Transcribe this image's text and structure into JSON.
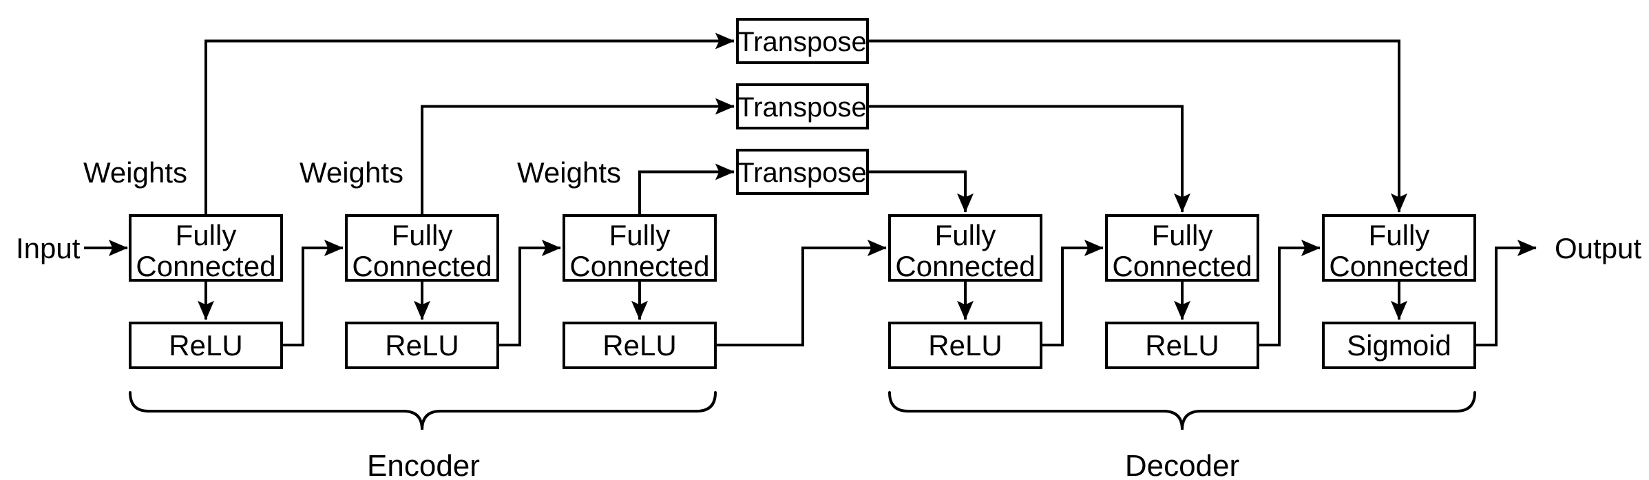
{
  "diagram_type": "autoencoder-architecture",
  "labels": {
    "input": "Input",
    "output": "Output",
    "encoder": "Encoder",
    "decoder": "Decoder"
  },
  "weights_labels": [
    "Weights",
    "Weights",
    "Weights"
  ],
  "transpose_blocks": [
    "Transpose",
    "Transpose",
    "Transpose"
  ],
  "encoder_layers": [
    {
      "line1": "Fully",
      "line2": "Connected",
      "activation": "ReLU"
    },
    {
      "line1": "Fully",
      "line2": "Connected",
      "activation": "ReLU"
    },
    {
      "line1": "Fully",
      "line2": "Connected",
      "activation": "ReLU"
    }
  ],
  "decoder_layers": [
    {
      "line1": "Fully",
      "line2": "Connected",
      "activation": "ReLU"
    },
    {
      "line1": "Fully",
      "line2": "Connected",
      "activation": "ReLU"
    },
    {
      "line1": "Fully",
      "line2": "Connected",
      "activation": "Sigmoid"
    }
  ],
  "colors": {
    "stroke": "#000000",
    "background": "#ffffff",
    "text": "#000000"
  }
}
